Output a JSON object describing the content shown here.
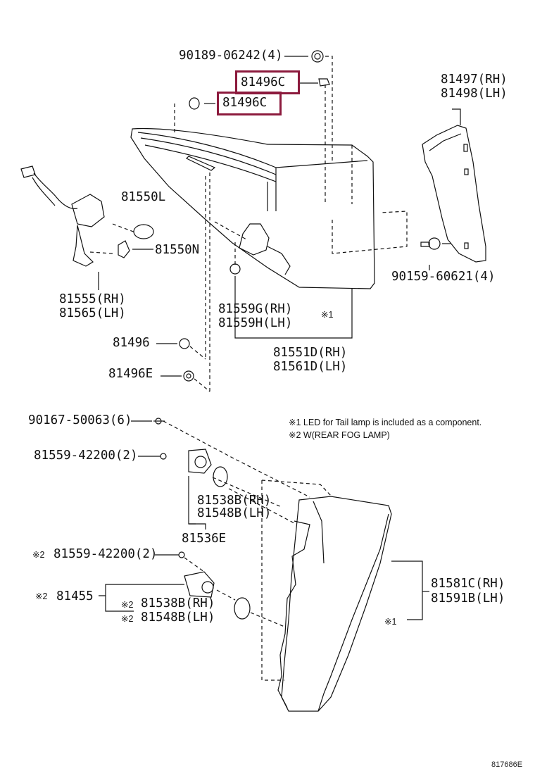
{
  "labels": {
    "p90189": "90189-06242(4)",
    "p81496c_a": "81496C",
    "p81496c_b": "81496C",
    "p81497": "81497(RH)",
    "p81498": "81498(LH)",
    "p81550l": "81550L",
    "p81550n": "81550N",
    "p81555": "81555(RH)",
    "p81565": "81565(LH)",
    "p90159": "90159-60621(4)",
    "p81559g": "81559G(RH)",
    "p81559h": "81559H(LH)",
    "ref1a": "※1",
    "p81496": "81496",
    "p81496e": "81496E",
    "p81551d": "81551D(RH)",
    "p81561d": "81561D(LH)",
    "p90167": "90167-50063(6)",
    "p81559_42200a": "81559-42200(2)",
    "p81538b_a": "81538B(RH)",
    "p81548b_a": "81548B(LH)",
    "p81536e": "81536E",
    "p81559_42200b": "81559-42200(2)",
    "ref2a": "※2",
    "p81455": "81455",
    "ref2b": "※2",
    "ref2c": "※2",
    "ref2d": "※2",
    "p81538b_b": "81538B(RH)",
    "p81548b_b": "81548B(LH)",
    "p81581c": "81581C(RH)",
    "p81591b": "81591B(LH)",
    "ref1b": "※1"
  },
  "notes": {
    "note1": "※1 LED for Tail lamp is included as a component.",
    "note2": "※2 W(REAR FOG LAMP)"
  },
  "diagram_code": "817686E",
  "highlight_color": "#8c1a3d"
}
